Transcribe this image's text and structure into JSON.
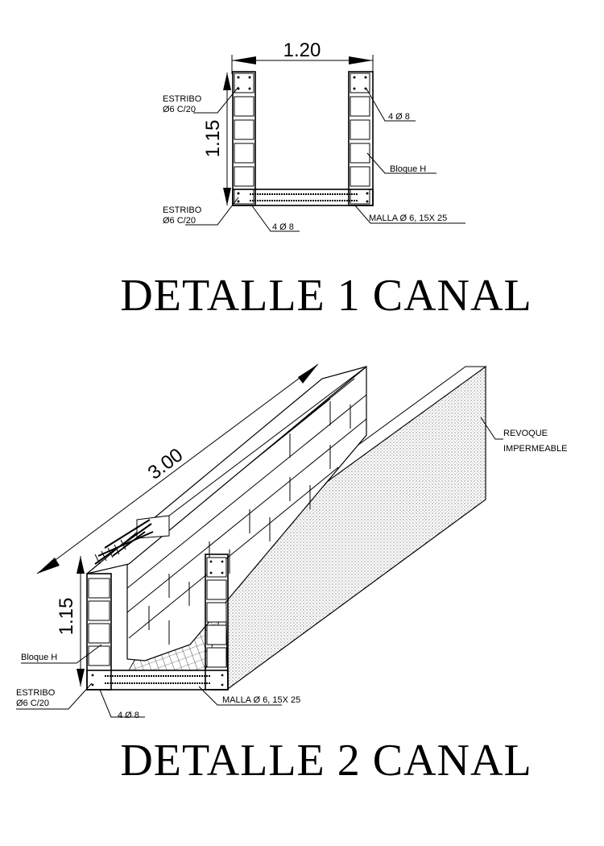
{
  "detail1": {
    "title": "DETALLE 1 CANAL",
    "dim_width": "1.20",
    "dim_height": "1.15",
    "label_estribo_top_1": "ESTRIBO",
    "label_estribo_top_2": "Ø6 C/20",
    "label_estribo_bot_1": "ESTRIBO",
    "label_estribo_bot_2": "Ø6 C/20",
    "label_bars_top": "4 Ø 8",
    "label_bars_bottom": "4 Ø 8",
    "label_block": "Bloque H",
    "label_mesh": "MALLA Ø 6, 15X 25"
  },
  "detail2": {
    "title": "DETALLE 2 CANAL",
    "dim_length": "3.00",
    "dim_height": "1.15",
    "label_revoque_1": "REVOQUE",
    "label_revoque_2": "IMPERMEABLE",
    "label_block": "Bloque H",
    "label_estribo_1": "ESTRIBO",
    "label_estribo_2": "Ø6 C/20",
    "label_bars": "4 Ø 8",
    "label_mesh": "MALLA Ø 6, 15X 25"
  }
}
